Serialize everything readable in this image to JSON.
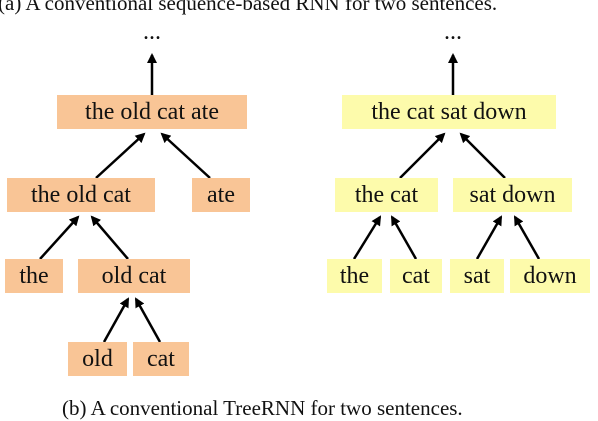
{
  "captions": {
    "top": "(a) A conventional sequence-based RNN for two sentences.",
    "bottom": "(b) A conventional TreeRNN for two sentences."
  },
  "ellipsis": "...",
  "tree1": {
    "root": "the old cat ate",
    "left": "the old cat",
    "right": "ate",
    "the": "the",
    "oldcat": "old cat",
    "old": "old",
    "cat": "cat"
  },
  "tree2": {
    "root": "the cat sat down",
    "left": "the cat",
    "right": "sat down",
    "the": "the",
    "cat": "cat",
    "sat": "sat",
    "down": "down"
  }
}
